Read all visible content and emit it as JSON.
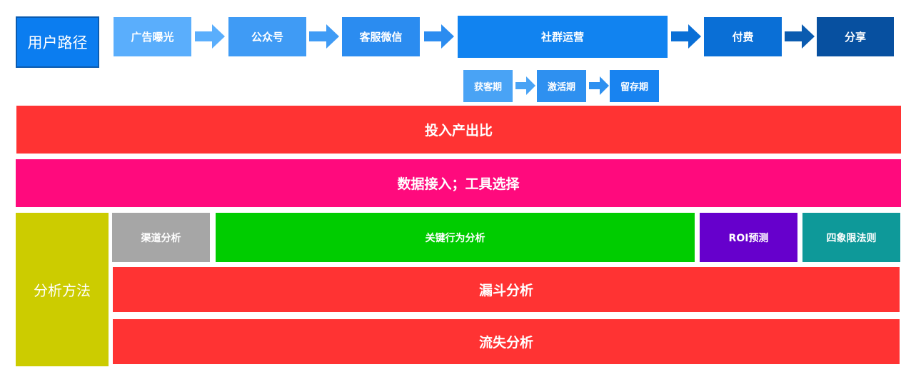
{
  "user_path": {
    "label": "用户路径",
    "steps": [
      {
        "label": "广告曝光",
        "color": "#5AAEFC"
      },
      {
        "label": "公众号",
        "color": "#3F9BF5"
      },
      {
        "label": "客服微信",
        "color": "#2B8CF0"
      },
      {
        "label": "社群运营",
        "color": "#1183F0"
      },
      {
        "label": "付费",
        "color": "#0A6FD6"
      },
      {
        "label": "分享",
        "color": "#0750A0"
      }
    ],
    "community_stages": [
      {
        "label": "获客期",
        "color": "#49A3F5"
      },
      {
        "label": "激活期",
        "color": "#2E90F0"
      },
      {
        "label": "留存期",
        "color": "#1883F0"
      }
    ]
  },
  "roi_bar": {
    "label": "投入产出比",
    "color": "#FF3333"
  },
  "data_bar": {
    "label": "数据接入；工具选择",
    "color": "#FF0A7D"
  },
  "analysis": {
    "label": "分析方法",
    "color": "#CCCC00",
    "methods": [
      {
        "label": "渠道分析",
        "color": "#A6A6A6"
      },
      {
        "label": "关键行为分析",
        "color": "#00CC00"
      },
      {
        "label": "ROI预测",
        "color": "#6600CC"
      },
      {
        "label": "四象限法则",
        "color": "#0E9999"
      }
    ],
    "funnel": {
      "label": "漏斗分析",
      "color": "#FF3333"
    },
    "churn": {
      "label": "流失分析",
      "color": "#FF3333"
    }
  }
}
